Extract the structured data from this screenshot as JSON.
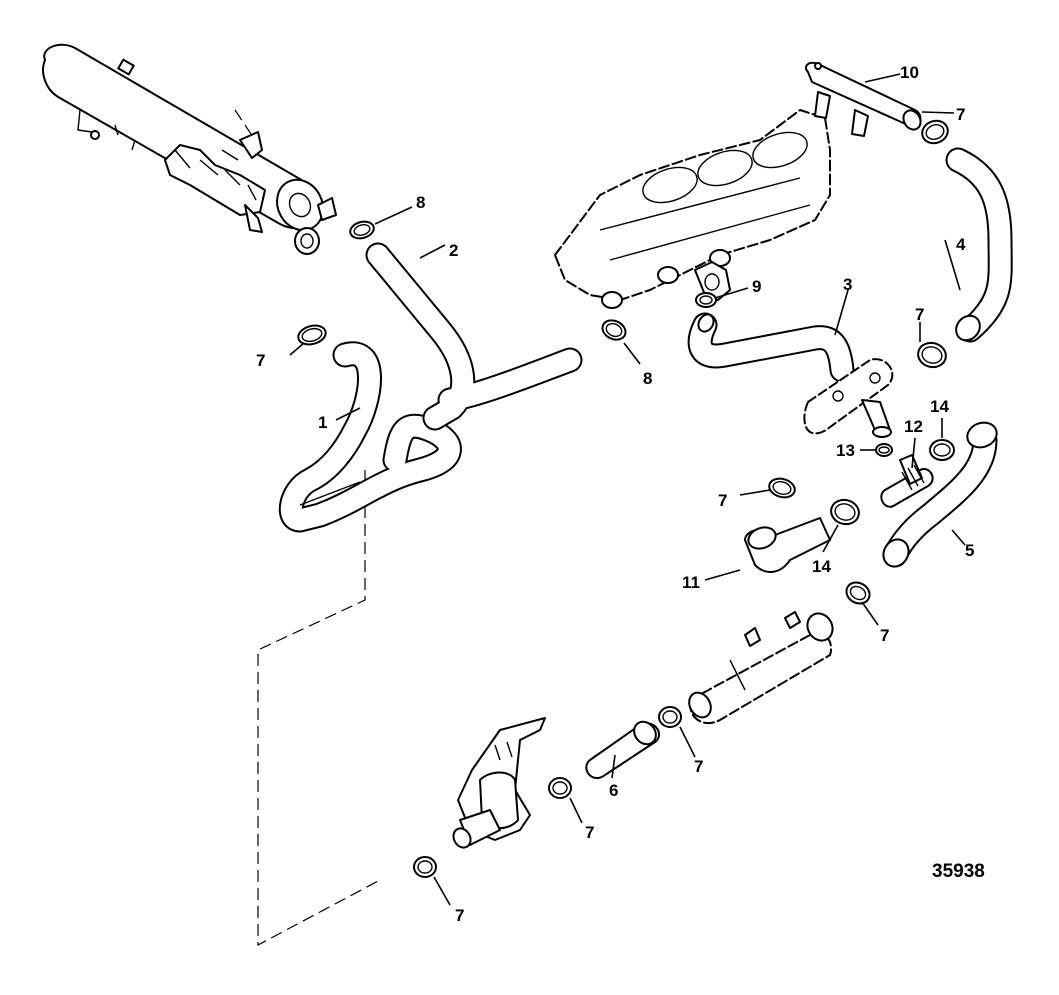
{
  "diagram": {
    "figure_number": "35938",
    "callouts": [
      {
        "id": "c1",
        "text": "1"
      },
      {
        "id": "c2",
        "text": "2"
      },
      {
        "id": "c3",
        "text": "3"
      },
      {
        "id": "c4",
        "text": "4"
      },
      {
        "id": "c5",
        "text": "5"
      },
      {
        "id": "c6",
        "text": "6"
      },
      {
        "id": "c7a",
        "text": "7"
      },
      {
        "id": "c7b",
        "text": "7"
      },
      {
        "id": "c7c",
        "text": "7"
      },
      {
        "id": "c7d",
        "text": "7"
      },
      {
        "id": "c7e",
        "text": "7"
      },
      {
        "id": "c7f",
        "text": "7"
      },
      {
        "id": "c7g",
        "text": "7"
      },
      {
        "id": "c7h",
        "text": "7"
      },
      {
        "id": "c8a",
        "text": "8"
      },
      {
        "id": "c8b",
        "text": "8"
      },
      {
        "id": "c9",
        "text": "9"
      },
      {
        "id": "c10",
        "text": "10"
      },
      {
        "id": "c11",
        "text": "11"
      },
      {
        "id": "c12",
        "text": "12"
      },
      {
        "id": "c13",
        "text": "13"
      },
      {
        "id": "c14a",
        "text": "14"
      },
      {
        "id": "c14b",
        "text": "14"
      }
    ]
  }
}
